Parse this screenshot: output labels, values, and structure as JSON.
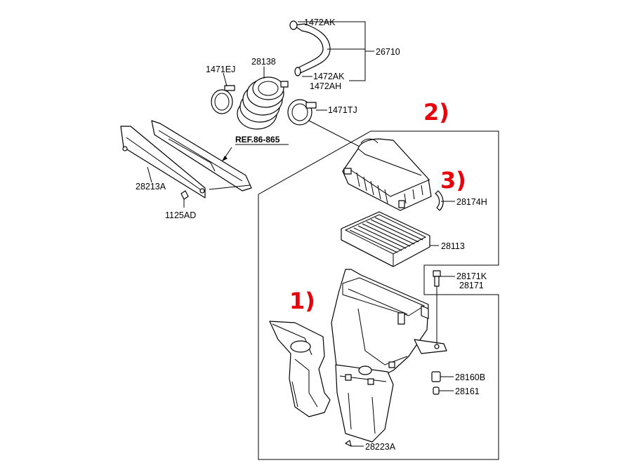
{
  "labels": {
    "l1472AK_top": "1472AK",
    "l26710": "26710",
    "l1471EJ": "1471EJ",
    "l28138": "28138",
    "l1472AK_bot": "1472AK",
    "l1472AH": "1472AH",
    "l1471TJ": "1471TJ",
    "ref": "REF.86-865",
    "l28213A": "28213A",
    "l1125AD": "1125AD",
    "l28174H": "28174H",
    "l28113": "28113",
    "l28171K": "28171K",
    "l28171": "28171",
    "l28160B": "28160B",
    "l28161": "28161",
    "l28223A": "28223A"
  },
  "annotations": {
    "a1": "1)",
    "a2": "2)",
    "a3": "3)",
    "color": "#e8000b"
  }
}
